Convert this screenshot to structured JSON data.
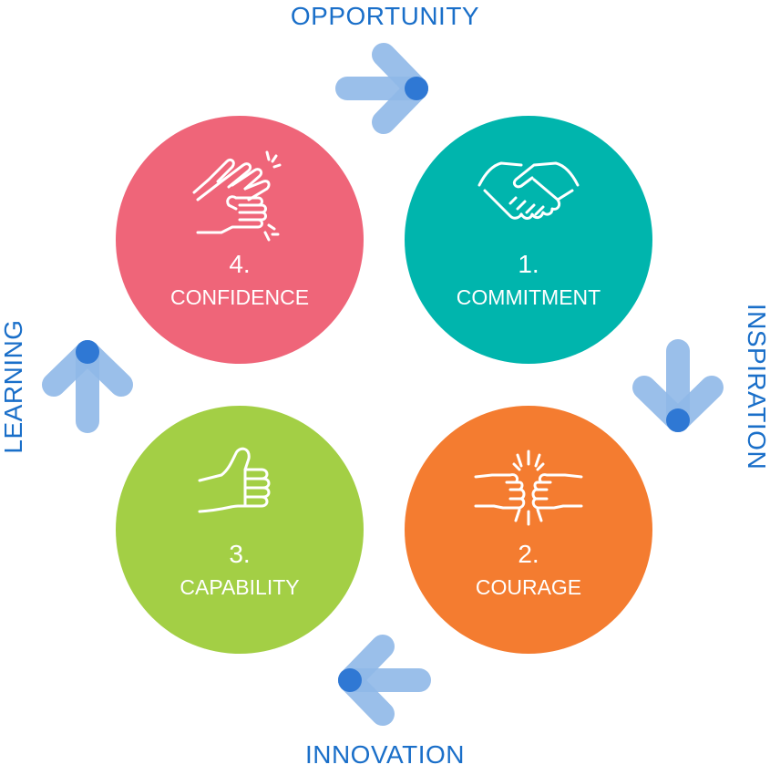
{
  "colors": {
    "label_blue": "#1a6fc9",
    "arrow_light": "#8fb8e8",
    "arrow_dark": "#2f78d4",
    "commitment": "#00b5ad",
    "courage": "#f47c30",
    "capability": "#a3cf45",
    "confidence": "#ef6579"
  },
  "edge_labels": {
    "top": "OPPORTUNITY",
    "right": "INSPIRATION",
    "bottom": "INNOVATION",
    "left": "LEARNING"
  },
  "stages": [
    {
      "number": "1.",
      "name": "COMMITMENT",
      "icon": "handshake-icon"
    },
    {
      "number": "2.",
      "name": "COURAGE",
      "icon": "fist-bump-icon"
    },
    {
      "number": "3.",
      "name": "CAPABILITY",
      "icon": "thumbs-up-icon"
    },
    {
      "number": "4.",
      "name": "CONFIDENCE",
      "icon": "clapping-hands-icon"
    }
  ]
}
